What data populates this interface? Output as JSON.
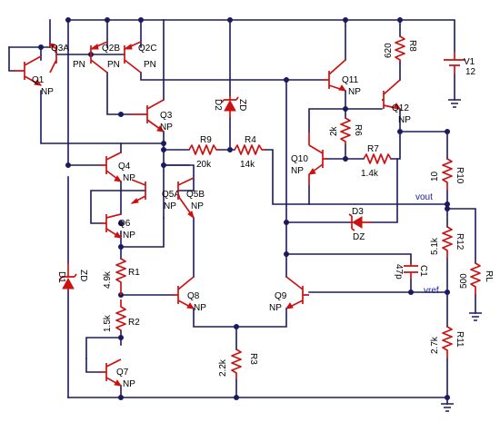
{
  "transistors": [
    {
      "name": "Q1",
      "type": "NP"
    },
    {
      "name": "Q3A",
      "type": "PN"
    },
    {
      "name": "Q2B",
      "type": "PN"
    },
    {
      "name": "Q2C",
      "type": "PN"
    },
    {
      "name": "Q3",
      "type": "NP"
    },
    {
      "name": "Q4",
      "type": "NP"
    },
    {
      "name": "Q5A",
      "type": "NP"
    },
    {
      "name": "Q5B",
      "type": "NP"
    },
    {
      "name": "Q6",
      "type": "NP"
    },
    {
      "name": "Q7",
      "type": "NP"
    },
    {
      "name": "Q8",
      "type": "NP"
    },
    {
      "name": "Q9",
      "type": "NP"
    },
    {
      "name": "Q10",
      "type": "NP"
    },
    {
      "name": "Q11",
      "type": "NP"
    },
    {
      "name": "Q12",
      "type": "NP"
    }
  ],
  "resistors": [
    {
      "name": "R1",
      "value": "4.9k"
    },
    {
      "name": "R2",
      "value": "1.5k"
    },
    {
      "name": "R3",
      "value": "2.2k"
    },
    {
      "name": "R4",
      "value": "14k"
    },
    {
      "name": "R6",
      "value": "2k"
    },
    {
      "name": "R7",
      "value": "1.4k"
    },
    {
      "name": "R8",
      "value": "620"
    },
    {
      "name": "R9",
      "value": "20k"
    },
    {
      "name": "R10",
      "value": "10"
    },
    {
      "name": "R11",
      "value": "2.7k"
    },
    {
      "name": "R12",
      "value": "5.1k"
    },
    {
      "name": "RL",
      "value": "500"
    }
  ],
  "diodes": [
    {
      "name": "D1",
      "type": "ZD"
    },
    {
      "name": "D2",
      "type": "ZD"
    },
    {
      "name": "D3",
      "type": "DZ"
    }
  ],
  "capacitor": {
    "name": "C1",
    "value": "47p"
  },
  "source": {
    "name": "V1",
    "value": "12"
  },
  "nets": {
    "vout": "vout",
    "vref": "vref"
  }
}
